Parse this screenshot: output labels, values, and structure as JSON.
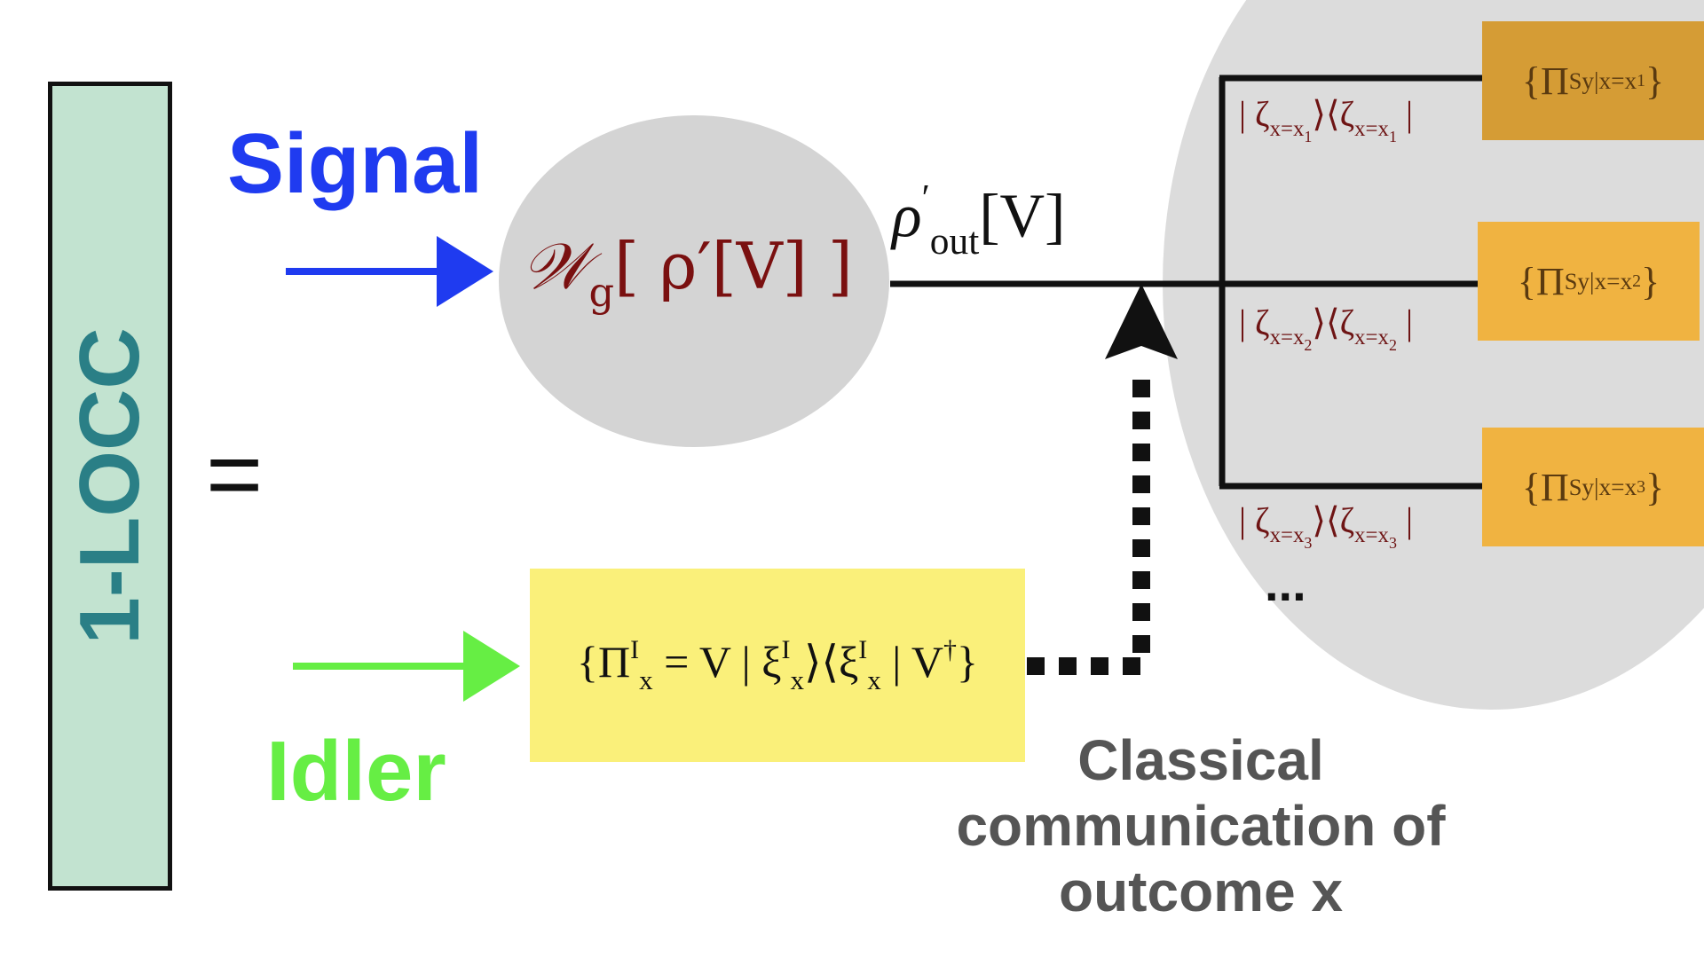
{
  "diagram": {
    "locc_label": "1-LOCC",
    "equals": "=",
    "signal_label": "Signal",
    "idler_label": "Idler",
    "channel": {
      "symbol": "𝒲",
      "subscript": "g",
      "argument": "[ ρ′[V] ]"
    },
    "output": {
      "rho": "ρ",
      "prime": "′",
      "subscript": "out",
      "argument": "[V]"
    },
    "idler_measurement": {
      "open": "{Π",
      "sup": "I",
      "sub": "x",
      "middle": " = V | ξ",
      "xi_sup": "I",
      "xi_sub": "x",
      "bra": "⟩⟨ξ",
      "bra_sup": "I",
      "bra_sub": "x",
      "tail": " | V",
      "dagger": "†",
      "close": "}"
    },
    "branches": [
      {
        "projector": "{Π",
        "proj_sup": "S",
        "proj_sub": "y|x=x",
        "proj_index": "1",
        "close": "}",
        "zeta_open": "| ζ",
        "zeta_sub": "x=x",
        "zeta_index": "1",
        "zeta_mid": "⟩⟨ζ",
        "zeta_close": " |"
      },
      {
        "projector": "{Π",
        "proj_sup": "S",
        "proj_sub": "y|x=x",
        "proj_index": "2",
        "close": "}",
        "zeta_open": "| ζ",
        "zeta_sub": "x=x",
        "zeta_index": "2",
        "zeta_mid": "⟩⟨ζ",
        "zeta_close": " |"
      },
      {
        "projector": "{Π",
        "proj_sup": "S",
        "proj_sub": "y|x=x",
        "proj_index": "3",
        "close": "}",
        "zeta_open": "| ζ",
        "zeta_sub": "x=x",
        "zeta_index": "3",
        "zeta_mid": "⟩⟨ζ",
        "zeta_close": " |"
      }
    ],
    "ellipsis": "...",
    "communication_label": [
      "Classical",
      "communication of",
      "outcome x"
    ],
    "colors": {
      "signal": "#1f3bf0",
      "idler": "#66ee44",
      "locc_box": "#c2e3d0",
      "locc_text": "#2a7f86",
      "channel_text": "#7a1010",
      "measurement_box": "#faf07a",
      "projector_box_1": "#d59c35",
      "projector_box_2": "#f0b341",
      "ellipse": "#dcdcdc",
      "comm_text": "#555555"
    }
  }
}
